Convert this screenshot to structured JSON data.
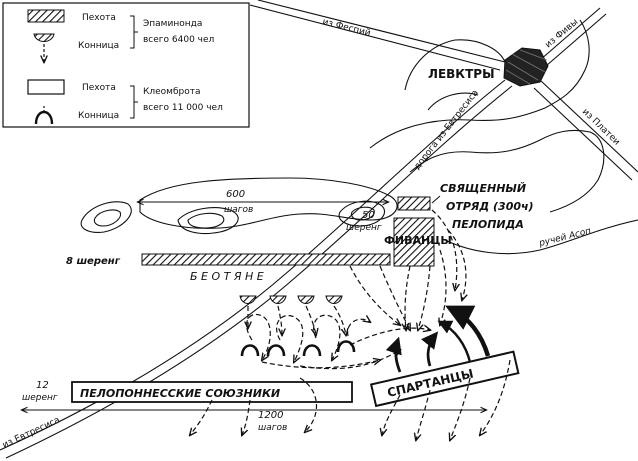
{
  "legend": {
    "theban_infantry": "Пехота",
    "theban_cavalry": "Конница",
    "theban_commander": "Эпаминонда",
    "theban_total": "всего 6400 чел",
    "spartan_infantry": "Пехота",
    "spartan_cavalry": "Конница",
    "spartan_commander": "Клеомброта",
    "spartan_total": "всего 11 000 чел"
  },
  "places": {
    "town": "ЛЕВКТРЫ",
    "road_thespiae": "из Феспий",
    "road_thebes": "из Фивы",
    "road_plataea": "из Платеи",
    "road_eutresis_town": "дорога из Евтресиса",
    "road_eutresis_sw": "из Евтресиса",
    "creek": "ручей Асоп"
  },
  "units": {
    "sacred_band_1": "СВЯЩЕННЫЙ",
    "sacred_band_2": "ОТРЯД (300ч)",
    "sacred_band_3": "ПЕЛОПИДА",
    "thebans": "ФИВАНЦЫ",
    "boeotians": "Б Е О Т Я Н Е",
    "spartans": "СПАРТАНЦЫ",
    "peloponnesian_allies": "ПЕЛОПОННЕССКИЕ СОЮЗНИКИ"
  },
  "labels": {
    "dist_600_num": "600",
    "dist_600_unit": "шагов",
    "depth_50_num": "50",
    "depth_50_unit": "шеренг",
    "depth_8": "8 шеренг",
    "depth_12_num": "12",
    "depth_12_unit": "шеренг",
    "dist_1200_num": "1200",
    "dist_1200_unit": "шагов"
  },
  "colors": {
    "ink": "#111111",
    "paper": "#ffffff"
  }
}
